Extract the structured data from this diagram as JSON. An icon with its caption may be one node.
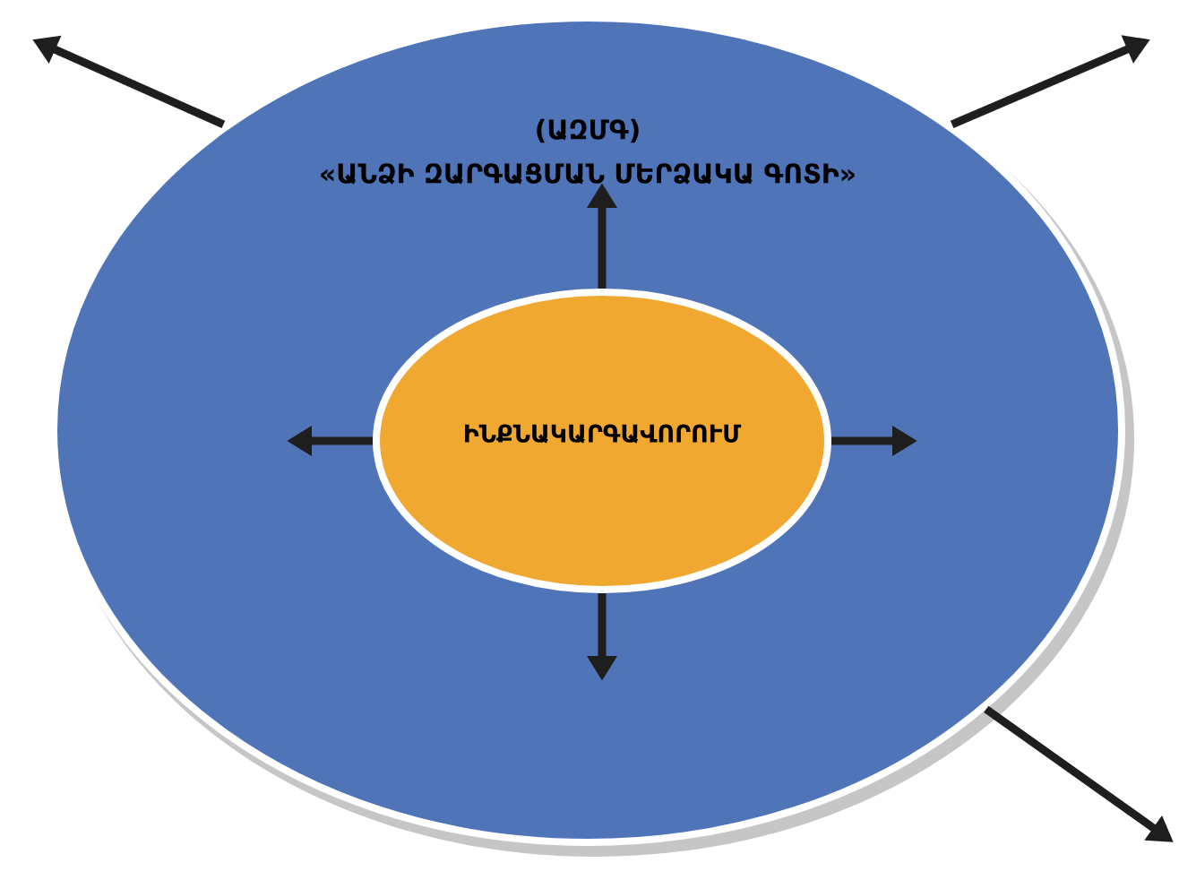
{
  "diagram": {
    "nodes": [
      {
        "text": [
          "(ԱԶՄԳ)",
          "«ԱՆՁԻ ԶԱՐԳԱՑՄԱՆ ՄԵՐՁԱԿԱ ԳՈՏԻ»"
        ]
      },
      {
        "text": [
          "ԻՆՔՆԱԿԱՐԳԱՎՈՐՈՒՄ"
        ],
        "in": 0
      }
    ],
    "edges": [
      {
        "from": 0,
        "to": null,
        "arrow": "to"
      },
      {
        "from": 0,
        "to": null,
        "arrow": "to"
      },
      {
        "from": 1,
        "to": null,
        "arrow": "to"
      },
      {
        "from": 1,
        "to": null,
        "arrow": "to"
      },
      {
        "from": 1,
        "to": null,
        "arrow": "to"
      },
      {
        "from": 1,
        "to": null,
        "arrow": "to"
      },
      {
        "from": 0,
        "to": null,
        "arrow": "to"
      }
    ]
  }
}
